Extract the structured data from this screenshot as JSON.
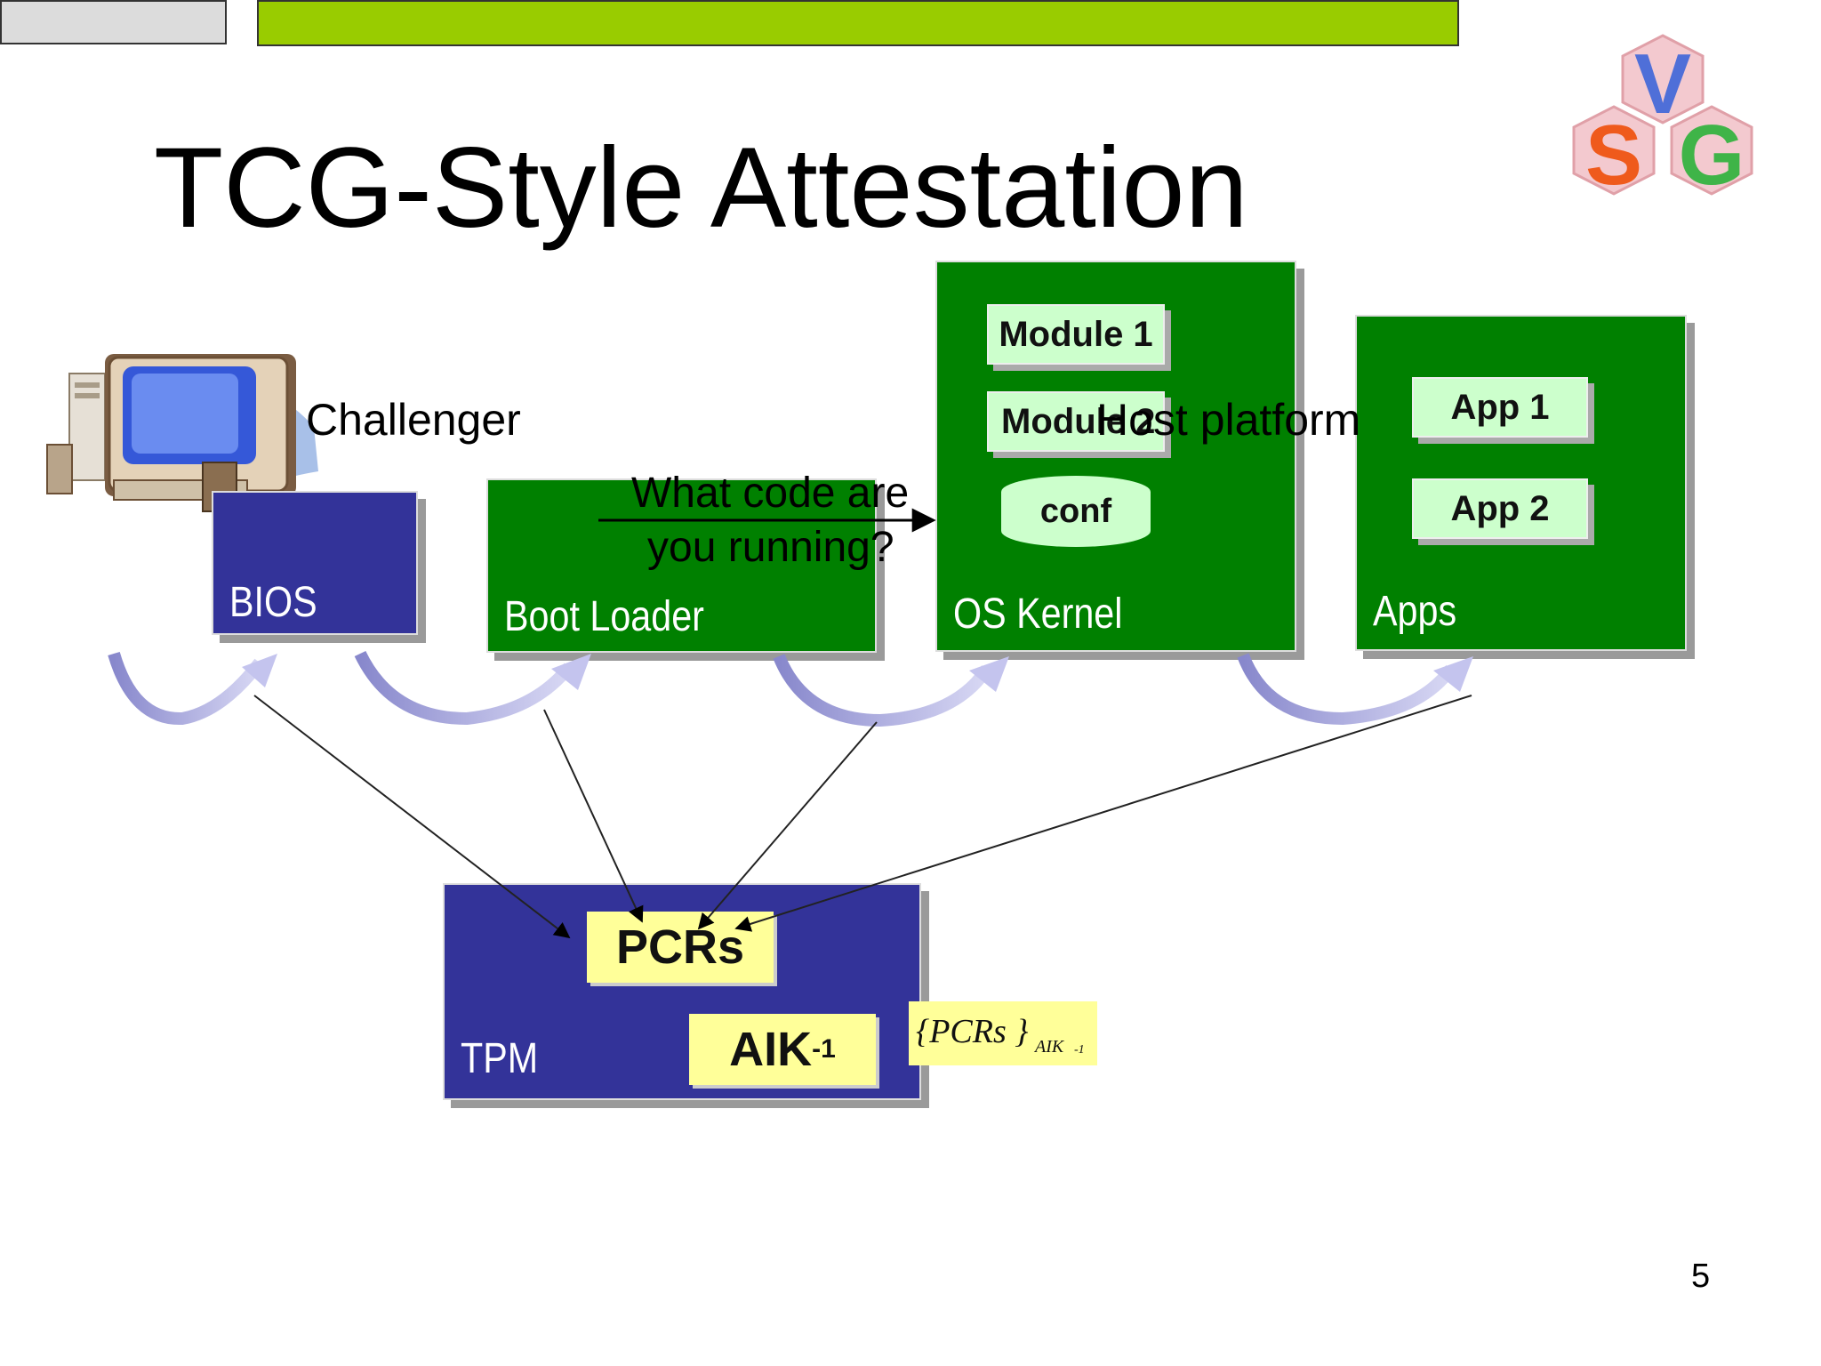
{
  "title": "TCG-Style Attestation",
  "challenger_label": "Challenger",
  "host_label": "Host platform",
  "question": [
    "What code are",
    "you running?"
  ],
  "boxes": {
    "bios": "BIOS",
    "boot_loader": "Boot Loader",
    "os_kernel": "OS Kernel",
    "apps": "Apps",
    "tpm": "TPM"
  },
  "kernel_items": {
    "module1": "Module 1",
    "module2": "Module 2",
    "conf": "conf"
  },
  "app_items": {
    "app1": "App 1",
    "app2": "App 2"
  },
  "tpm_items": {
    "pcrs": "PCRs",
    "aik_base": "AIK",
    "aik_sub": "-1"
  },
  "signed": {
    "body": "{PCRs }",
    "sub": "AIK",
    "sup": "-1"
  },
  "logo_text": [
    "V",
    "S",
    "G"
  ],
  "page_number": "5",
  "colors": {
    "green": "#008000",
    "navy": "#333399",
    "note_yellow": "#ffff99",
    "chip_green": "#ccffcc",
    "topbar_green": "#99cc00",
    "arc_lavender": "#a0a0e0"
  }
}
